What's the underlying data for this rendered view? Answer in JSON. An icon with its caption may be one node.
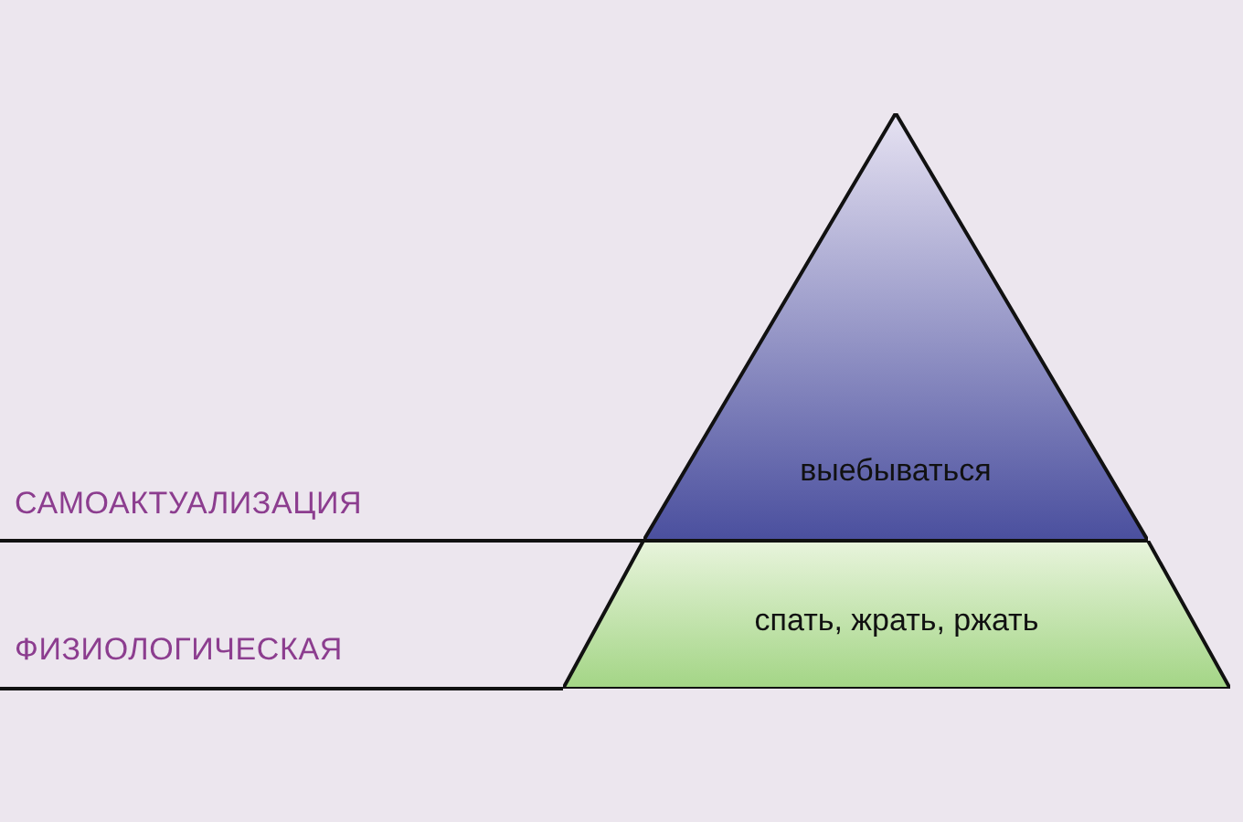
{
  "diagram": {
    "nodes": [
      {
        "text": [
          "выебываться"
        ]
      },
      {
        "text": [
          "спать, жрать, ржать"
        ]
      }
    ],
    "labels": [
      "САМОАКТУАЛИЗАЦИЯ",
      "ФИЗИОЛОГИЧЕСКАЯ"
    ]
  }
}
